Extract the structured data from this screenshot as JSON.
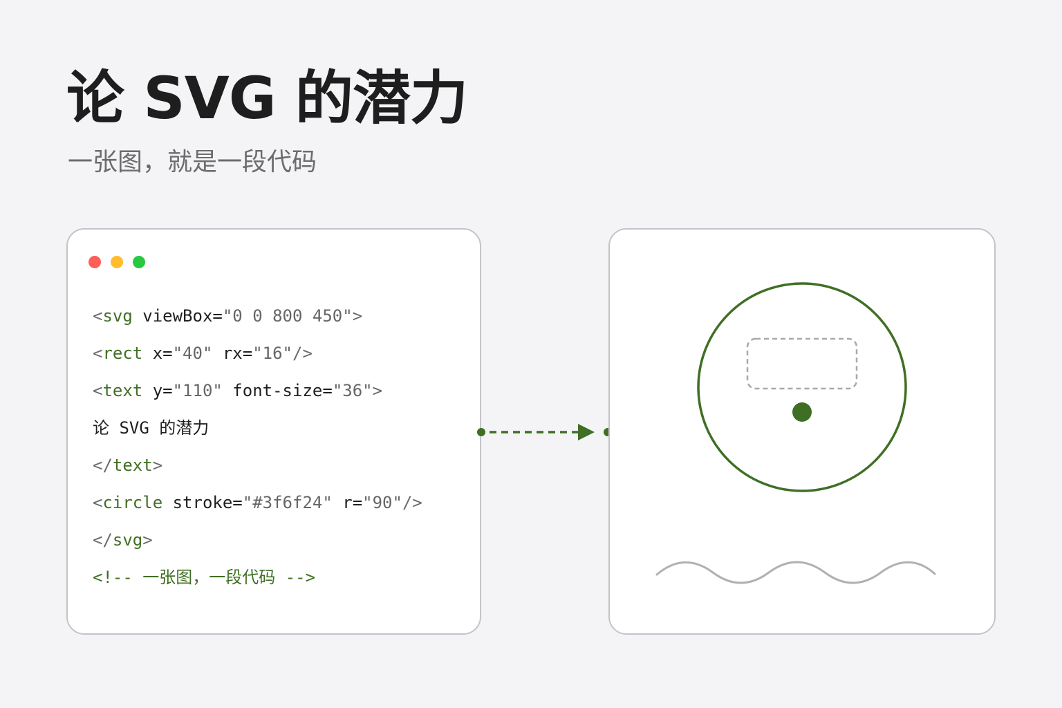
{
  "header": {
    "title": "论 SVG 的潜力",
    "subtitle": "一张图，就是一段代码"
  },
  "code_panel": {
    "window_controls": [
      "close",
      "minimize",
      "zoom"
    ],
    "lines": [
      {
        "tokens": [
          {
            "type": "punc",
            "text": "<"
          },
          {
            "type": "tag",
            "text": "svg"
          },
          {
            "type": "attr",
            "text": " viewBox="
          },
          {
            "type": "val",
            "text": "\"0 0 800 450\""
          },
          {
            "type": "punc",
            "text": ">"
          }
        ]
      },
      {
        "tokens": [
          {
            "type": "punc",
            "text": "<"
          },
          {
            "type": "tag",
            "text": "rect"
          },
          {
            "type": "attr",
            "text": " x="
          },
          {
            "type": "val",
            "text": "\"40\""
          },
          {
            "type": "attr",
            "text": " rx="
          },
          {
            "type": "val",
            "text": "\"16\""
          },
          {
            "type": "punc",
            "text": "/>"
          }
        ]
      },
      {
        "tokens": [
          {
            "type": "punc",
            "text": "<"
          },
          {
            "type": "tag",
            "text": "text"
          },
          {
            "type": "attr",
            "text": " y="
          },
          {
            "type": "val",
            "text": "\"110\""
          },
          {
            "type": "attr",
            "text": " font-size="
          },
          {
            "type": "val",
            "text": "\"36\""
          },
          {
            "type": "punc",
            "text": ">"
          }
        ]
      },
      {
        "tokens": [
          {
            "type": "text",
            "text": "论 SVG 的潜力"
          }
        ]
      },
      {
        "tokens": [
          {
            "type": "punc",
            "text": "</"
          },
          {
            "type": "tag",
            "text": "text"
          },
          {
            "type": "punc",
            "text": ">"
          }
        ]
      },
      {
        "tokens": [
          {
            "type": "punc",
            "text": "<"
          },
          {
            "type": "tag",
            "text": "circle"
          },
          {
            "type": "attr",
            "text": " stroke="
          },
          {
            "type": "val",
            "text": "\"#3f6f24\""
          },
          {
            "type": "attr",
            "text": " r="
          },
          {
            "type": "val",
            "text": "\"90\""
          },
          {
            "type": "punc",
            "text": "/>"
          }
        ]
      },
      {
        "tokens": [
          {
            "type": "punc",
            "text": "</"
          },
          {
            "type": "tag",
            "text": "svg"
          },
          {
            "type": "punc",
            "text": ">"
          }
        ]
      },
      {
        "tokens": [
          {
            "type": "comment",
            "text": "<!-- 一张图，一段代码 -->"
          }
        ]
      }
    ]
  },
  "connector": {
    "style": "dashed-arrow"
  },
  "preview_panel": {
    "shapes": [
      "circle",
      "dashed-rounded-rect",
      "dot",
      "wave-line"
    ]
  },
  "colors": {
    "background": "#f4f4f6",
    "panel": "#ffffff",
    "panel_border": "#c4c4c8",
    "accent_green": "#3f6f24",
    "dashed_gray": "#a8a8ac",
    "wave_gray": "#b0b0b4",
    "dot_red": "#ff5f57",
    "dot_yellow": "#ffbd2e",
    "dot_green": "#28c840"
  }
}
